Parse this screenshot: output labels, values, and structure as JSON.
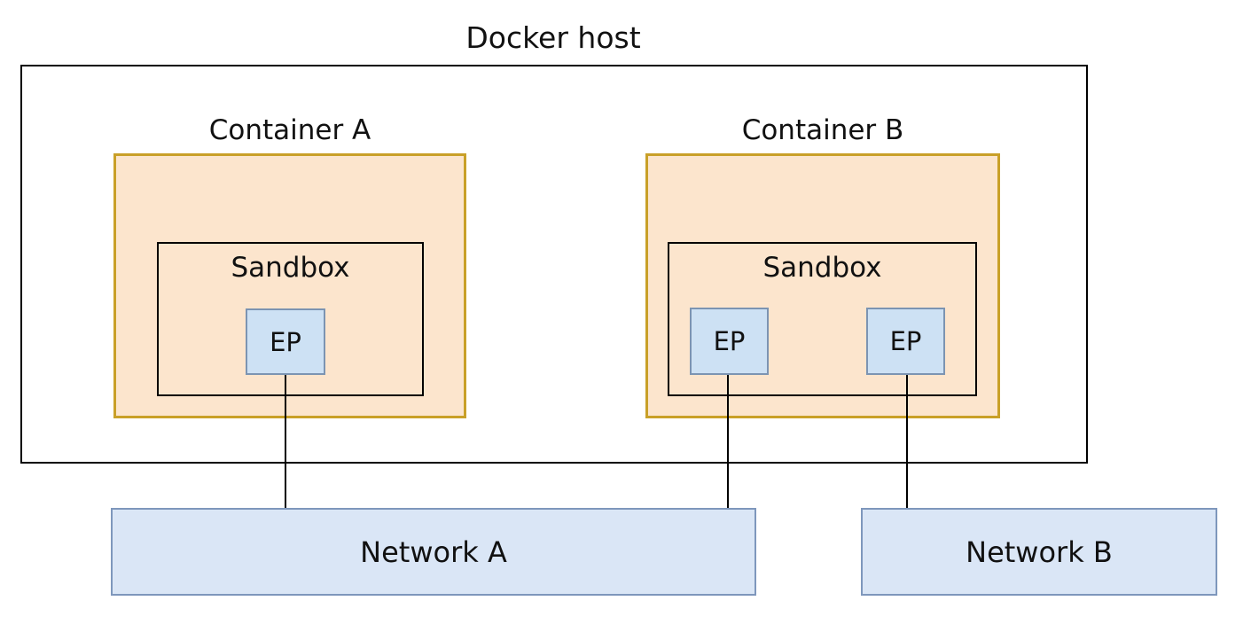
{
  "diagram": {
    "title": "Docker host",
    "host": {
      "label": "Docker host"
    },
    "containers": [
      {
        "label": "Container A",
        "sandbox_label": "Sandbox",
        "endpoints": [
          "EP"
        ]
      },
      {
        "label": "Container B",
        "sandbox_label": "Sandbox",
        "endpoints": [
          "EP",
          "EP"
        ]
      }
    ],
    "networks": [
      {
        "label": "Network A"
      },
      {
        "label": "Network B"
      }
    ],
    "connections": [
      {
        "from": "container-a-endpoint-1",
        "to": "network-a"
      },
      {
        "from": "container-b-endpoint-1",
        "to": "network-a"
      },
      {
        "from": "container-b-endpoint-2",
        "to": "network-b"
      }
    ],
    "colors": {
      "container_fill": "#FCE5CD",
      "container_border": "#C9A028",
      "endpoint_fill": "#CDE1F4",
      "endpoint_border": "#7C94B2",
      "network_fill": "#DAE6F6",
      "network_border": "#7E97BC",
      "line_color": "#000000",
      "host_border": "#000000"
    }
  }
}
